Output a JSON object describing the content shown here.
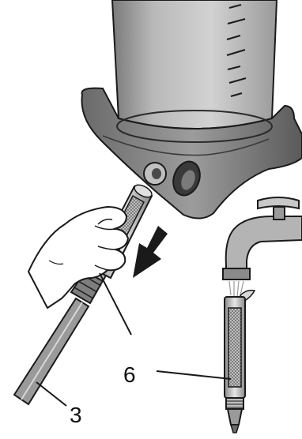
{
  "figure": {
    "description_icons": [
      "water-tank",
      "drain-plug",
      "hand",
      "removal-arrow",
      "faucet",
      "filter-cartridge",
      "hose"
    ],
    "callouts": [
      {
        "id": "filter",
        "label": "6"
      },
      {
        "id": "hose",
        "label": "3"
      }
    ]
  },
  "colors": {
    "ink": "#1a1a1a",
    "tank_light": "#bdbdbd",
    "tank_mid": "#8e8e8e",
    "tank_dark": "#5e5e5e",
    "metal_light": "#d8d8d8",
    "metal_dark": "#7a7a7a"
  }
}
